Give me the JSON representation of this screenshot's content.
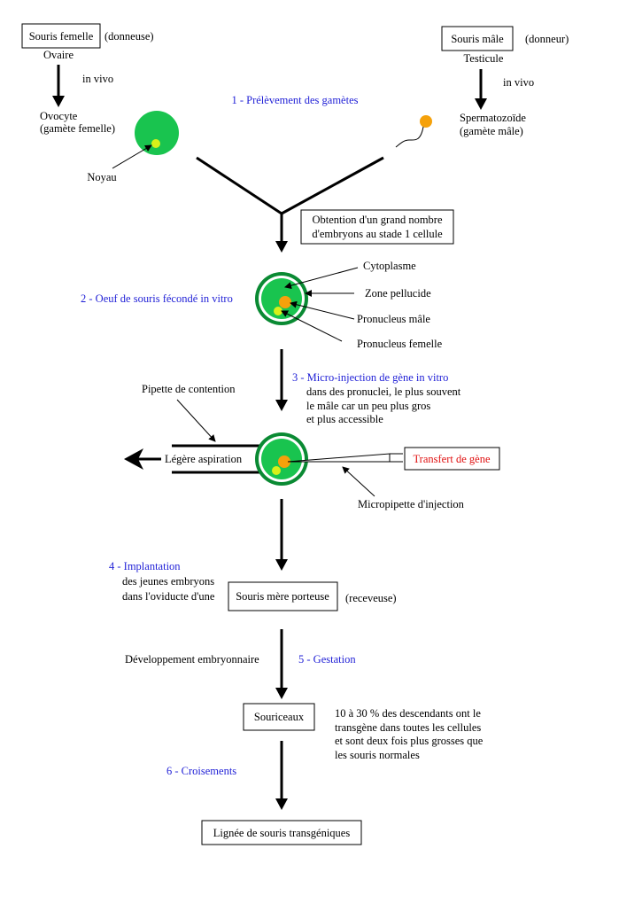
{
  "colors": {
    "cell_green": "#19c44f",
    "cell_dark_green": "#0a8a33",
    "nucleus_yellow": "#d8f01a",
    "pronucleus_orange": "#f5a10b",
    "step_text_blue": "#1f1fd6",
    "transfer_red": "#e01010"
  },
  "donors": {
    "female_box": "Souris femelle",
    "female_role": "(donneuse)",
    "female_organ": "Ovaire",
    "female_invivo": "in vivo",
    "oocyte_1": "Ovocyte",
    "oocyte_2": "(gamète femelle)",
    "nucleus": "Noyau",
    "male_box": "Souris mâle",
    "male_role": "(donneur)",
    "male_organ": "Testicule",
    "male_invivo": "in vivo",
    "sperm_1": "Spermatozoïde",
    "sperm_2": "(gamète mâle)"
  },
  "steps": {
    "s1": "1 - Prélèvement des gamètes",
    "s2": "2 - Oeuf de souris fécondé in vitro",
    "s3": "3 - Micro-injection de gène in vitro",
    "s4": "4 - Implantation",
    "s5": "5 - Gestation",
    "s6": "6 - Croisements"
  },
  "embryos_box": {
    "line1": "Obtention d'un grand nombre",
    "line2": "d'embryons au stade 1 cellule"
  },
  "egg_labels": {
    "cytoplasm": "Cytoplasme",
    "zona": "Zone pellucide",
    "male_pronucleus": "Pronucleus mâle",
    "female_pronucleus": "Pronucleus femelle"
  },
  "injection": {
    "detail_1": "dans des pronuclei, le plus souvent",
    "detail_2": "le mâle car un peu plus gros",
    "detail_3": "et plus accessible",
    "holding_pipette": "Pipette de contention",
    "aspiration": "Légère aspiration",
    "gene_transfer": "Transfert de gène",
    "micropipette": "Micropipette d'injection"
  },
  "implantation": {
    "detail_1": "des jeunes embryons",
    "detail_2": "dans l'oviducte d'une",
    "box": "Souris mère porteuse",
    "role": "(receveuse)"
  },
  "gestation": {
    "development": "Développement embryonnaire"
  },
  "offspring": {
    "box": "Souriceaux",
    "note_1": "10 à 30 % des descendants ont le",
    "note_2": "transgène dans toutes les cellules",
    "note_3": "et sont deux fois plus grosses que",
    "note_4": "les souris normales"
  },
  "final": {
    "box": "Lignée de souris transgéniques"
  }
}
